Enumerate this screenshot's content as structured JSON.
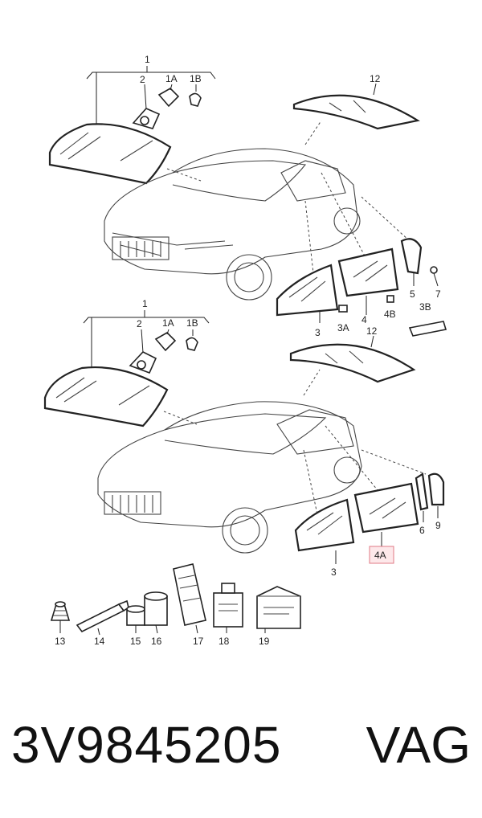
{
  "callouts": {
    "c1_top": "1",
    "c2_top": "2",
    "c1a_top": "1A",
    "c1b_top": "1B",
    "c12_top": "12",
    "c5": "5",
    "c7": "7",
    "c3_top": "3",
    "c3a": "3A",
    "c4": "4",
    "c4b": "4B",
    "c3b": "3B",
    "c1_mid": "1",
    "c2_mid": "2",
    "c1a_mid": "1A",
    "c1b_mid": "1B",
    "c12_mid": "12",
    "c6": "6",
    "c9": "9",
    "c3_mid": "3",
    "c4a": "4A",
    "c13": "13",
    "c14": "14",
    "c15": "15",
    "c16": "16",
    "c17": "17",
    "c18": "18",
    "c19": "19"
  },
  "highlight_color": "#e07a86",
  "footer": {
    "part_number": "3V9845205",
    "brand": "VAG"
  }
}
